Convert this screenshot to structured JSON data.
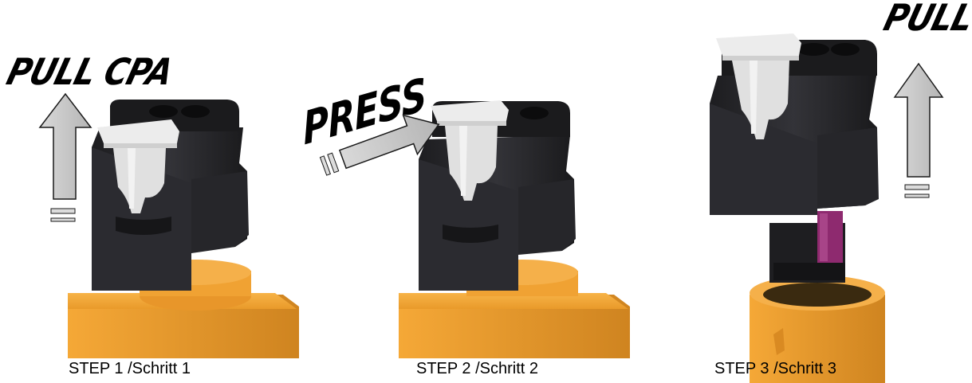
{
  "steps": [
    {
      "caption": "STEP 1 /Schritt 1",
      "action": "PULL CPA"
    },
    {
      "caption": "STEP 2 /Schritt 2",
      "action": "PRESS"
    },
    {
      "caption": "STEP 3 /Schritt 3",
      "action": "PULL"
    }
  ],
  "colors": {
    "connector": "#2a2a2d",
    "cpa_latch": "#e3e3e3",
    "base_block": "#f2a536",
    "seal": "#8e2a6f",
    "arrow_fill": "#c8c8c8",
    "arrow_stroke": "#1a1a1a"
  }
}
